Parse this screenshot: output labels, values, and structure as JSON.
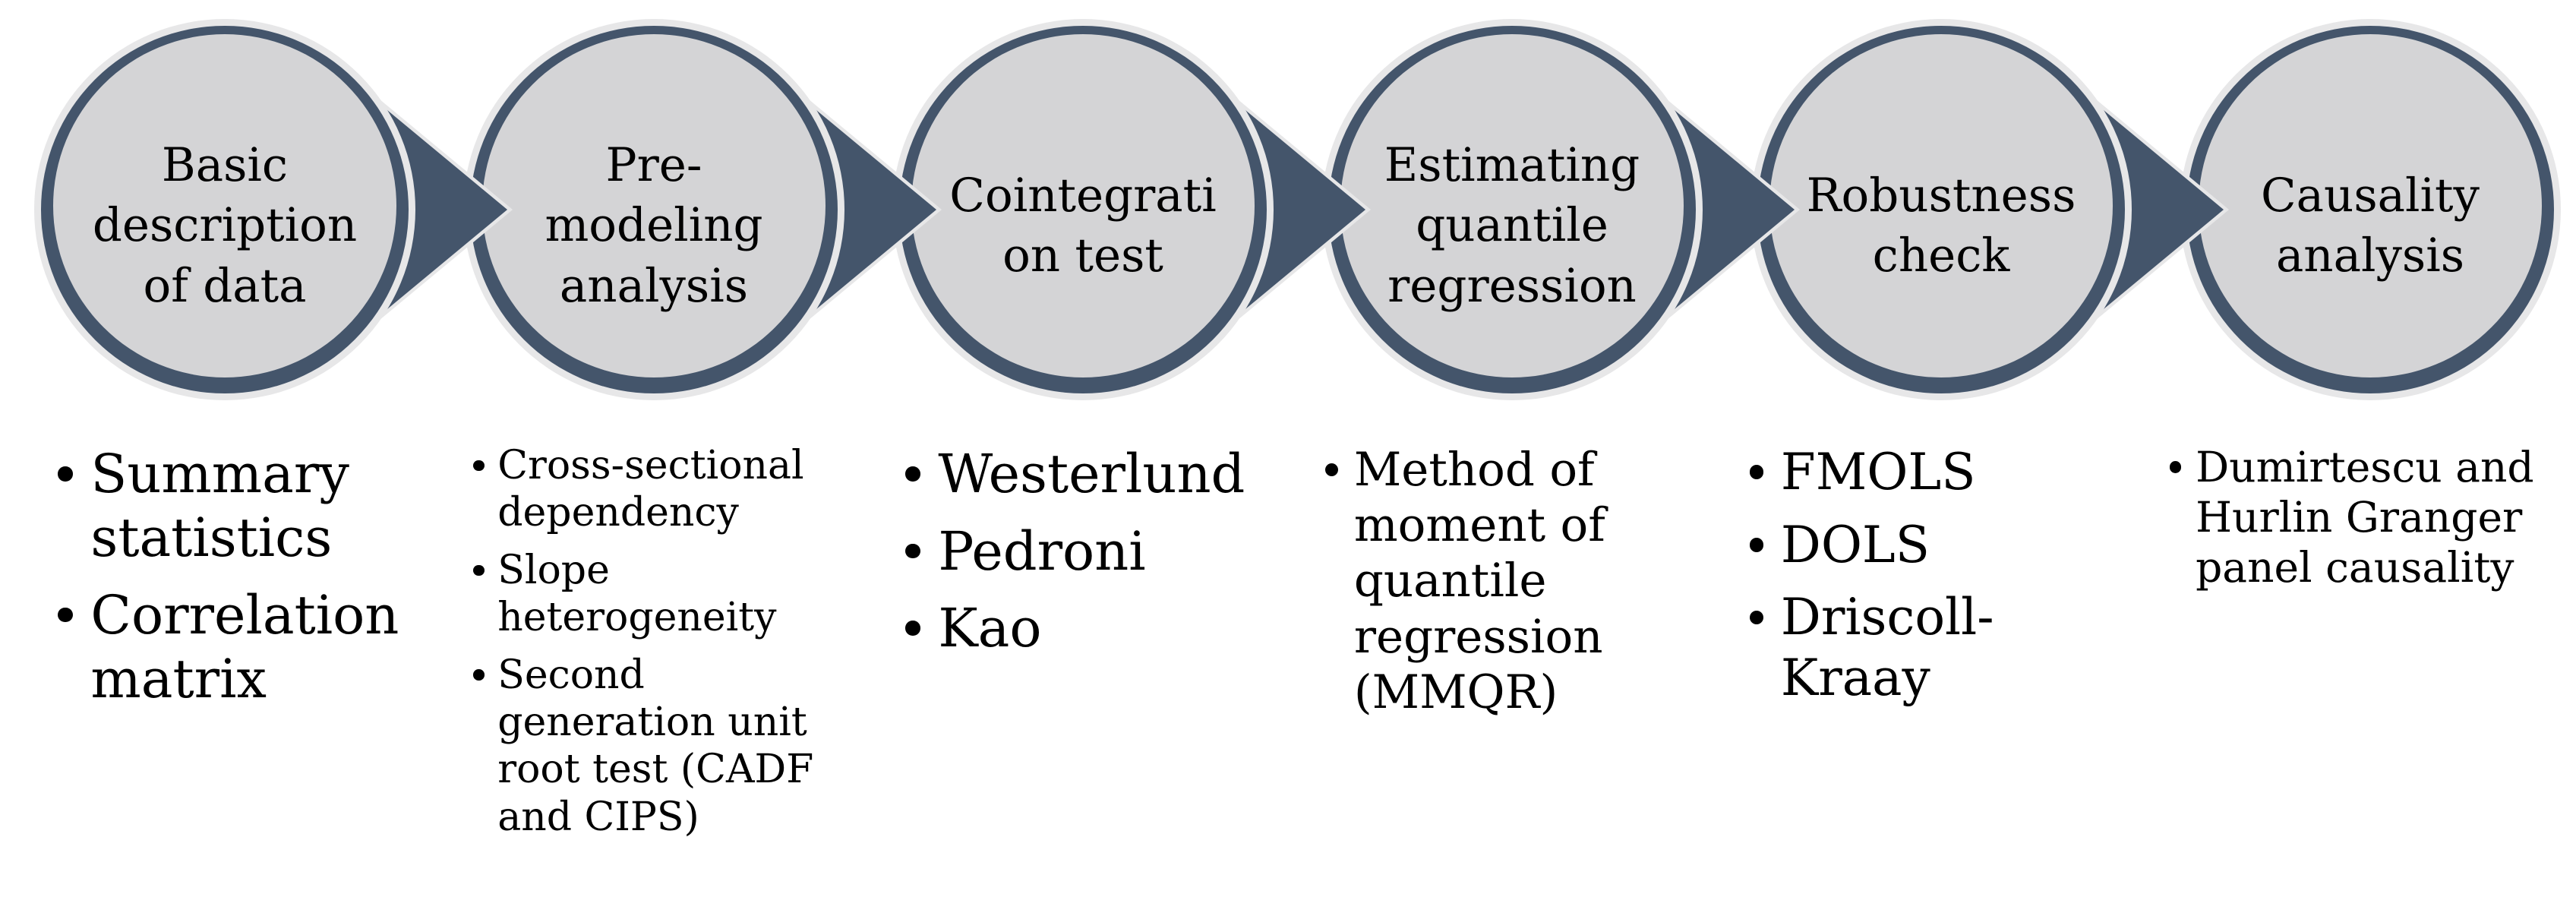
{
  "colors": {
    "accent": "#44556b",
    "circle_fill": "#d4d4d6",
    "halo": "#e7e7e8",
    "text": "#000000",
    "background": "#ffffff"
  },
  "steps": [
    {
      "title": "Basic\ndescription\nof data",
      "bullets": [
        "Summary\nstatistics",
        "Correlation\nmatrix"
      ]
    },
    {
      "title": "Pre-\nmodeling\nanalysis",
      "bullets": [
        "Cross-sectional\ndependency",
        "Slope\nheterogeneity",
        "Second\ngeneration unit\nroot test (CADF\nand CIPS)"
      ]
    },
    {
      "title": "Cointegrati\non test",
      "bullets": [
        "Westerlund",
        "Pedroni",
        "Kao"
      ]
    },
    {
      "title": "Estimating\nquantile\nregression",
      "bullets": [
        "Method of\nmoment of\nquantile\nregression\n(MMQR)"
      ]
    },
    {
      "title": "Robustness\ncheck",
      "bullets": [
        "FMOLS",
        "DOLS",
        "Driscoll-\nKraay"
      ]
    },
    {
      "title": "Causality\nanalysis",
      "bullets": [
        "Dumirtescu and\nHurlin Granger\npanel causality"
      ]
    }
  ]
}
